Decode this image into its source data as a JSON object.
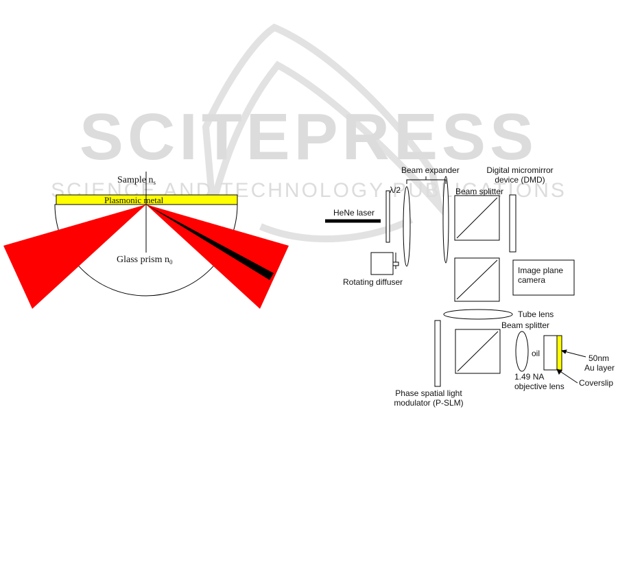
{
  "watermark": {
    "title": "SCITEPRESS",
    "subtitle": "SCIENCE AND TECHNOLOGY PUBLICATIONS"
  },
  "left_diagram": {
    "sample_label": "Sample n",
    "sample_sub": "s",
    "metal_label": "Plasmonic metal",
    "prism_label": "Glass prism n",
    "prism_sub": "0"
  },
  "right_diagram": {
    "laser": "HeNe laser",
    "half_wave": "λ/2",
    "beam_expander": "Beam expander",
    "dmd_line1": "Digital micromirror",
    "dmd_line2": "device (DMD)",
    "beam_splitter_top": "Beam splitter",
    "rotating_diffuser": "Rotating diffuser",
    "camera_line1": "Image plane",
    "camera_line2": "camera",
    "tube_lens": "Tube lens",
    "beam_splitter_bottom": "Beam splitter",
    "oil": "oil",
    "au_line1": "50nm",
    "au_line2": "Au layer",
    "objective_line1": "1.49 NA",
    "objective_line2": "objective lens",
    "coverslip": "Coverslip",
    "slm_line1": "Phase spatial light",
    "slm_line2": "modulator (P-SLM)"
  },
  "colors": {
    "metal": "#ffff00",
    "beam": "#ff0000",
    "au_layer": "#ffff00",
    "watermark": "#dcdcdc"
  }
}
